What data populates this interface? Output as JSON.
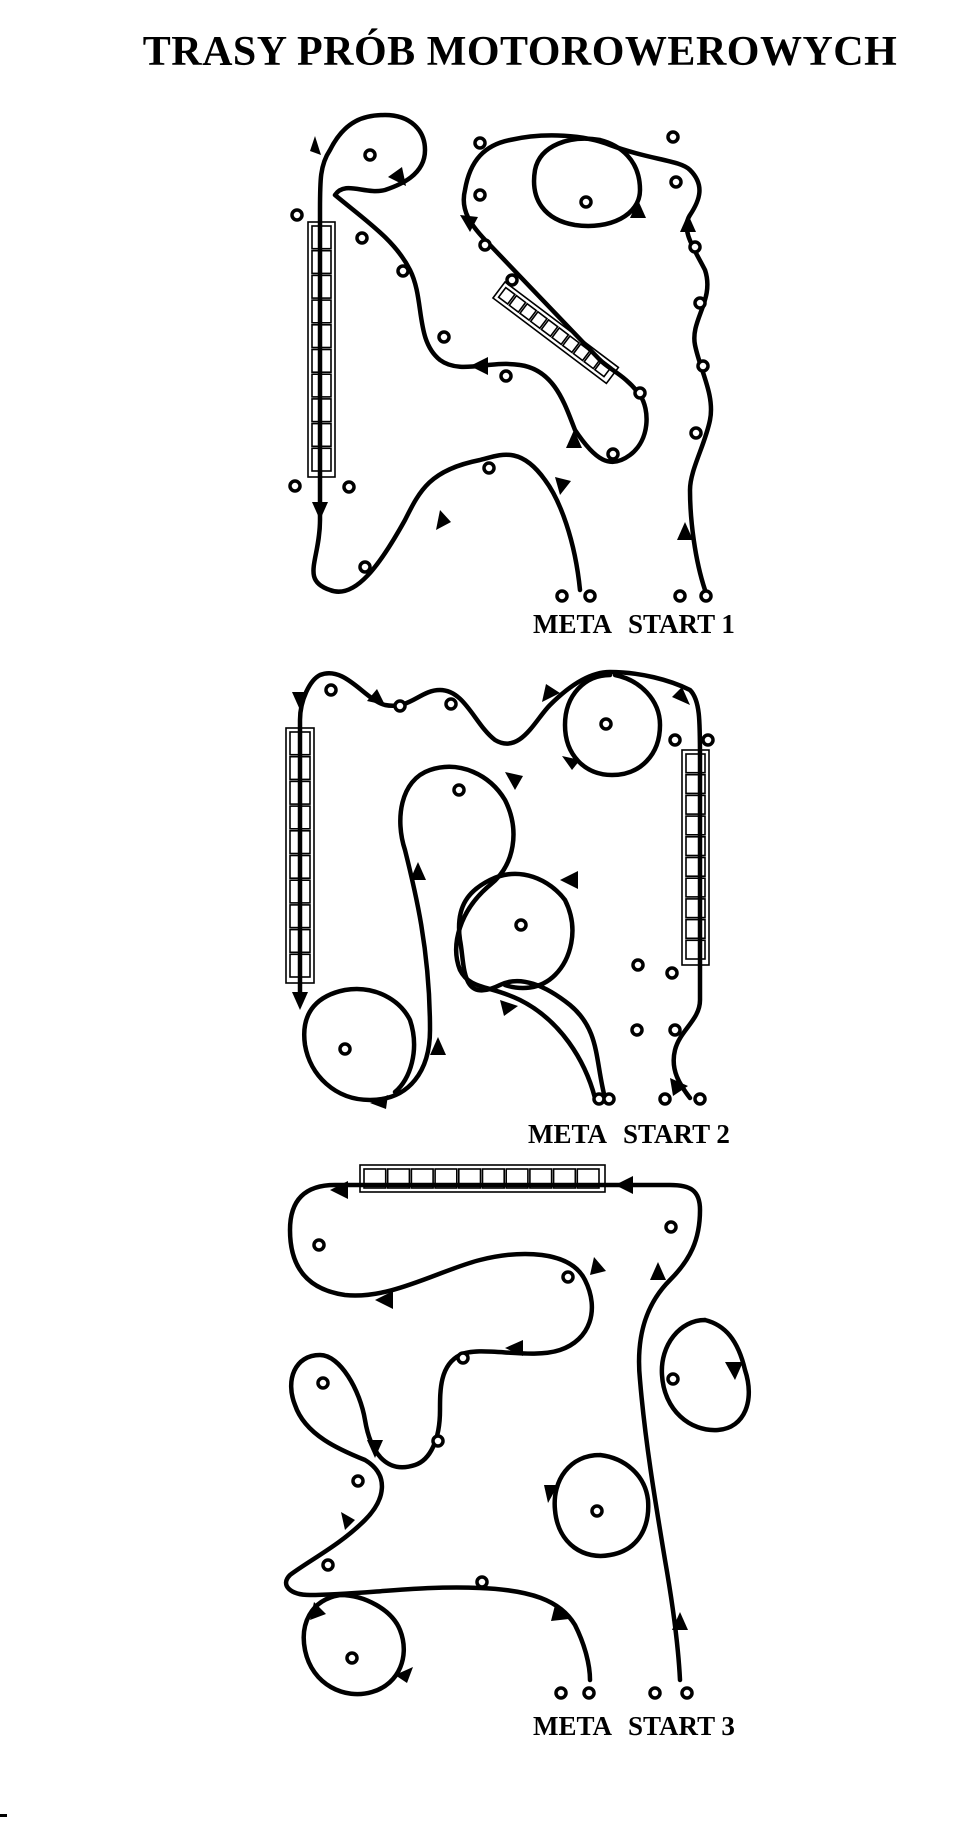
{
  "title": "TRASY PRÓB MOTOROWEROWYCH",
  "courses": [
    {
      "id": 1,
      "finish_label": "META",
      "start_label": "START 1"
    },
    {
      "id": 2,
      "finish_label": "META",
      "start_label": "START 2"
    },
    {
      "id": 3,
      "finish_label": "META",
      "start_label": "START 3"
    }
  ],
  "colors": {
    "ink": "#000000",
    "paper": "#ffffff"
  }
}
